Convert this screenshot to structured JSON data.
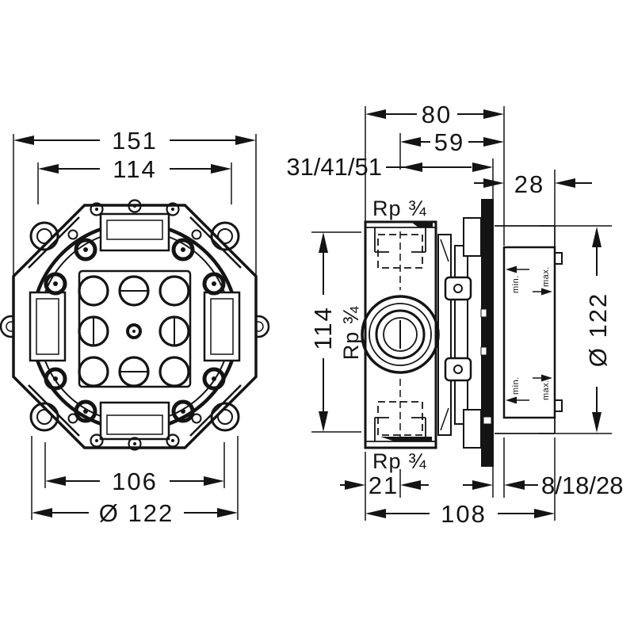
{
  "colors": {
    "background": "#ffffff",
    "ink": "#141414"
  },
  "front_view": {
    "dim_overall_width": "151",
    "dim_inner_width": "114",
    "dim_bottom_width": "106",
    "dim_diameter": "Ø 122"
  },
  "side_view": {
    "dim_depth_total": "80",
    "dim_depth_inner": "59",
    "dim_install_depth_range": "31/41/51",
    "dim_cover_depth": "28",
    "dim_height": "114",
    "dim_diameter": "Ø 122",
    "dim_port_offset": "21",
    "dim_adjust_range": "8/18/28",
    "dim_total_length": "108",
    "port_top_label": "Rp ¾",
    "port_mid_label": "Rp ¾",
    "port_bottom_label": "Rp ¾",
    "min_top": "min.",
    "max_top": "max.",
    "min_bottom": "min.",
    "max_bottom": "max."
  }
}
